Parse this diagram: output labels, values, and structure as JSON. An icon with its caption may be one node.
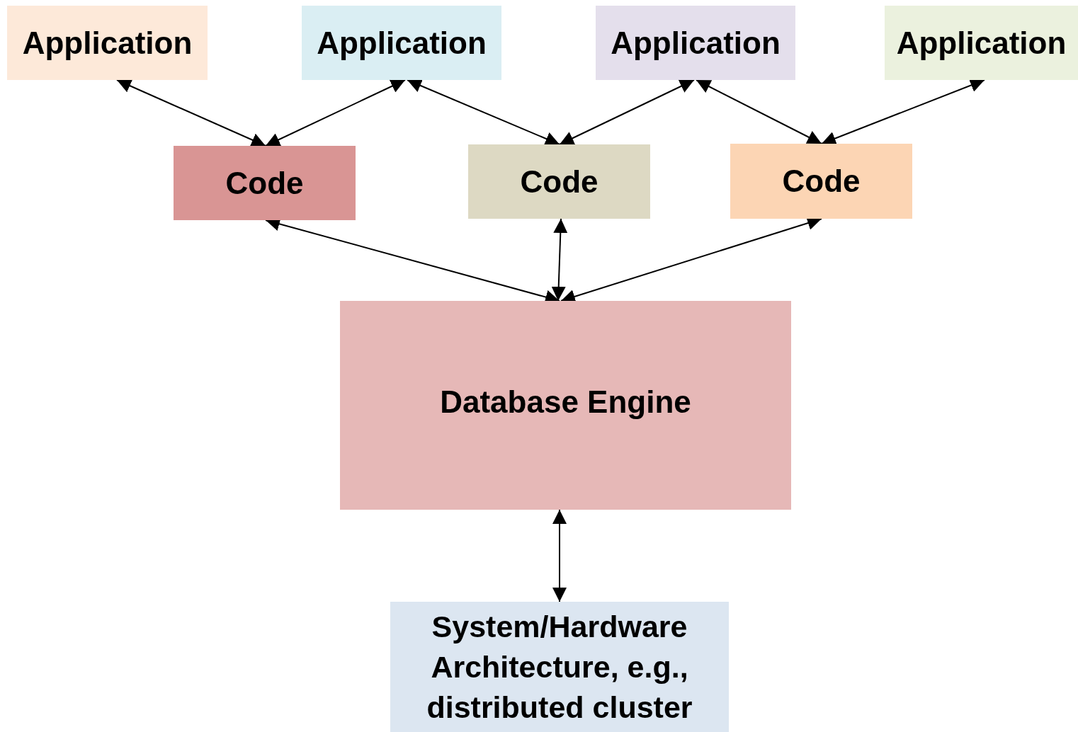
{
  "diagram": {
    "nodes": [
      {
        "text": [
          "Application"
        ]
      },
      {
        "text": [
          "Application"
        ]
      },
      {
        "text": [
          "Application"
        ]
      },
      {
        "text": [
          "Application"
        ]
      },
      {
        "text": [
          "Code"
        ]
      },
      {
        "text": [
          "Code"
        ]
      },
      {
        "text": [
          "Code"
        ]
      },
      {
        "text": [
          "Database Engine"
        ]
      },
      {
        "text": [
          "System/Hardware Architecture, e.g., distributed cluster"
        ]
      }
    ],
    "edges": [
      {
        "from": 0,
        "to": 4,
        "arrow": "both"
      },
      {
        "from": 1,
        "to": 4,
        "arrow": "both"
      },
      {
        "from": 1,
        "to": 5,
        "arrow": "both"
      },
      {
        "from": 2,
        "to": 5,
        "arrow": "both"
      },
      {
        "from": 2,
        "to": 6,
        "arrow": "both"
      },
      {
        "from": 3,
        "to": 6,
        "arrow": "both"
      },
      {
        "from": 4,
        "to": 7,
        "arrow": "both"
      },
      {
        "from": 5,
        "to": 7,
        "arrow": "both"
      },
      {
        "from": 6,
        "to": 7,
        "arrow": "both"
      },
      {
        "from": 7,
        "to": 8,
        "arrow": "both"
      }
    ]
  }
}
